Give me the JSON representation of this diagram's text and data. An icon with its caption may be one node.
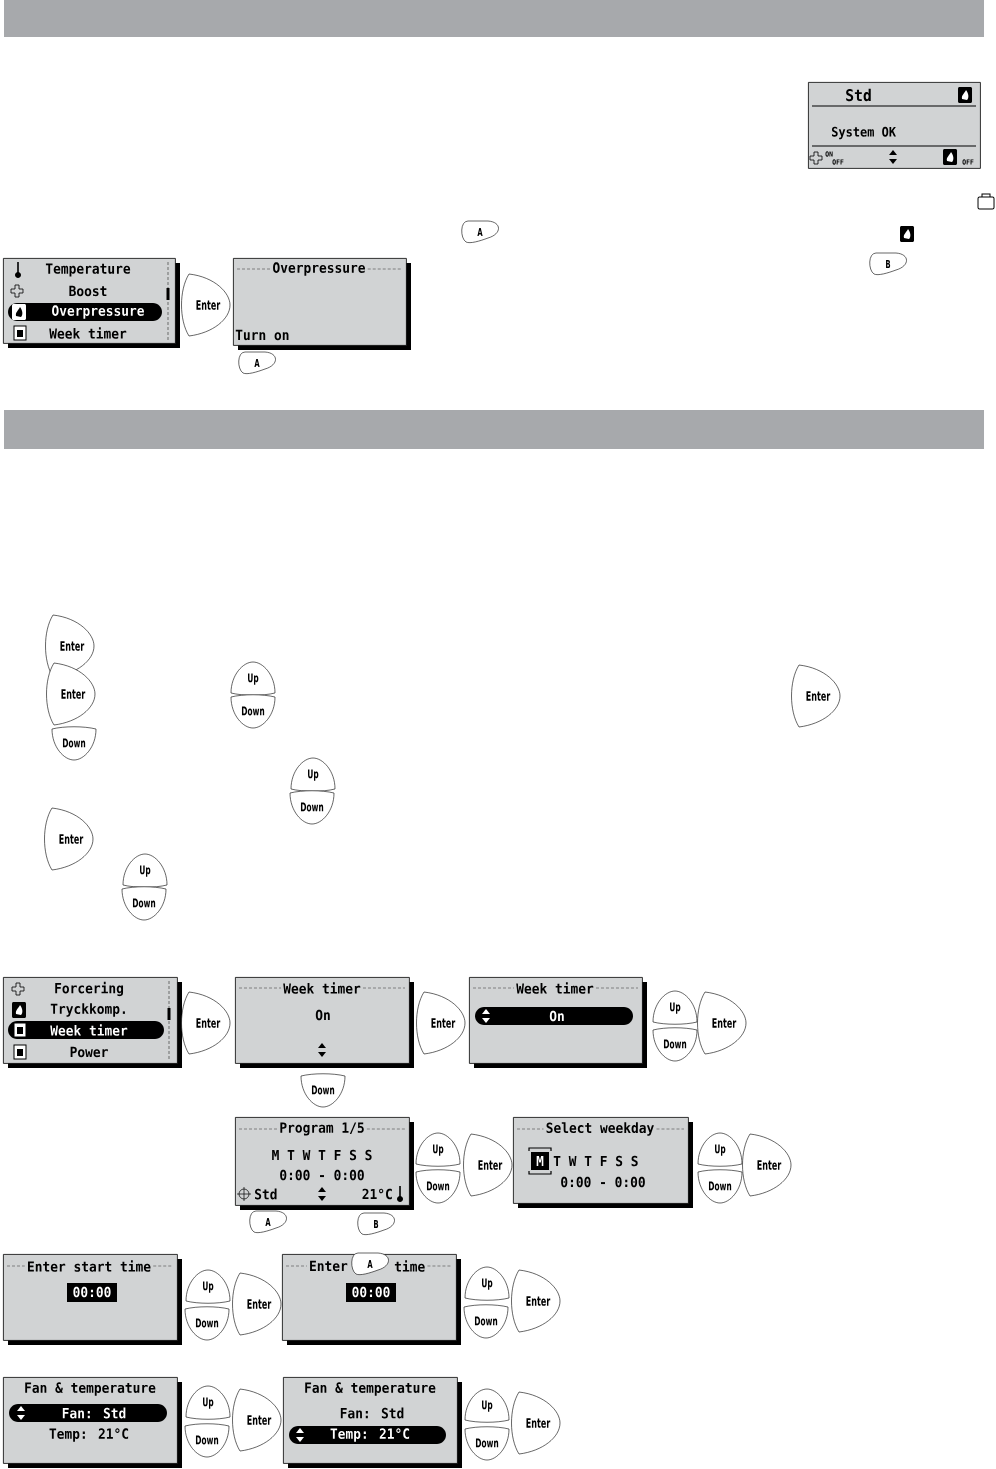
{
  "diagram": {
    "nodes": [
      {
        "text": [
          "Std",
          "System OK",
          "ON",
          "OFF",
          "OFF"
        ]
      },
      {
        "text": [
          "A"
        ]
      },
      {
        "text": [
          "B"
        ]
      },
      {
        "text": [
          "Temperature",
          "Boost",
          "Overpressure",
          "Week timer"
        ]
      },
      {
        "text": [
          "Enter"
        ]
      },
      {
        "text": [
          "Overpressure",
          "Turn on"
        ]
      },
      {
        "text": [
          "A"
        ]
      },
      {
        "text": [
          "Enter"
        ]
      },
      {
        "text": [
          "Enter"
        ]
      },
      {
        "text": [
          "Up"
        ]
      },
      {
        "text": [
          "Down"
        ]
      },
      {
        "text": [
          "Enter"
        ]
      },
      {
        "text": [
          "Down"
        ]
      },
      {
        "text": [
          "Up"
        ]
      },
      {
        "text": [
          "Down"
        ]
      },
      {
        "text": [
          "Enter"
        ]
      },
      {
        "text": [
          "Up"
        ]
      },
      {
        "text": [
          "Down"
        ]
      },
      {
        "text": [
          "Forcering",
          "Tryckkomp.",
          "Week timer",
          "Power"
        ]
      },
      {
        "text": [
          "Enter"
        ]
      },
      {
        "text": [
          "Week timer",
          "On"
        ]
      },
      {
        "text": [
          "Enter"
        ]
      },
      {
        "text": [
          "Week timer",
          "On"
        ]
      },
      {
        "text": [
          "Up"
        ]
      },
      {
        "text": [
          "Down"
        ]
      },
      {
        "text": [
          "Enter"
        ]
      },
      {
        "text": [
          "Down"
        ]
      },
      {
        "text": [
          "Program 1/5",
          "M T W T F S S",
          "0:00 - 0:00",
          "Std",
          "21°C"
        ]
      },
      {
        "text": [
          "Up"
        ]
      },
      {
        "text": [
          "Down"
        ]
      },
      {
        "text": [
          "Enter"
        ]
      },
      {
        "text": [
          "Select weekday",
          "M",
          "T W T F S S",
          "0:00 - 0:00"
        ]
      },
      {
        "text": [
          "Up"
        ]
      },
      {
        "text": [
          "Down"
        ]
      },
      {
        "text": [
          "Enter"
        ]
      },
      {
        "text": [
          "A"
        ]
      },
      {
        "text": [
          "B"
        ]
      },
      {
        "text": [
          "Enter start time",
          "00:00"
        ]
      },
      {
        "text": [
          "Up"
        ]
      },
      {
        "text": [
          "Down"
        ]
      },
      {
        "text": [
          "Enter"
        ]
      },
      {
        "text": [
          "Enter",
          "time",
          "00:00"
        ]
      },
      {
        "text": [
          "A"
        ]
      },
      {
        "text": [
          "Up"
        ]
      },
      {
        "text": [
          "Down"
        ]
      },
      {
        "text": [
          "Enter"
        ]
      },
      {
        "text": [
          "Fan & temperature",
          "Fan: Std",
          "Temp: 21°C"
        ]
      },
      {
        "text": [
          "Up"
        ]
      },
      {
        "text": [
          "Down"
        ]
      },
      {
        "text": [
          "Enter"
        ]
      },
      {
        "text": [
          "Fan & temperature",
          "Fan: Std",
          "Temp: 21°C"
        ]
      },
      {
        "text": [
          "Up"
        ]
      },
      {
        "text": [
          "Down"
        ]
      },
      {
        "text": [
          "Enter"
        ]
      }
    ]
  }
}
